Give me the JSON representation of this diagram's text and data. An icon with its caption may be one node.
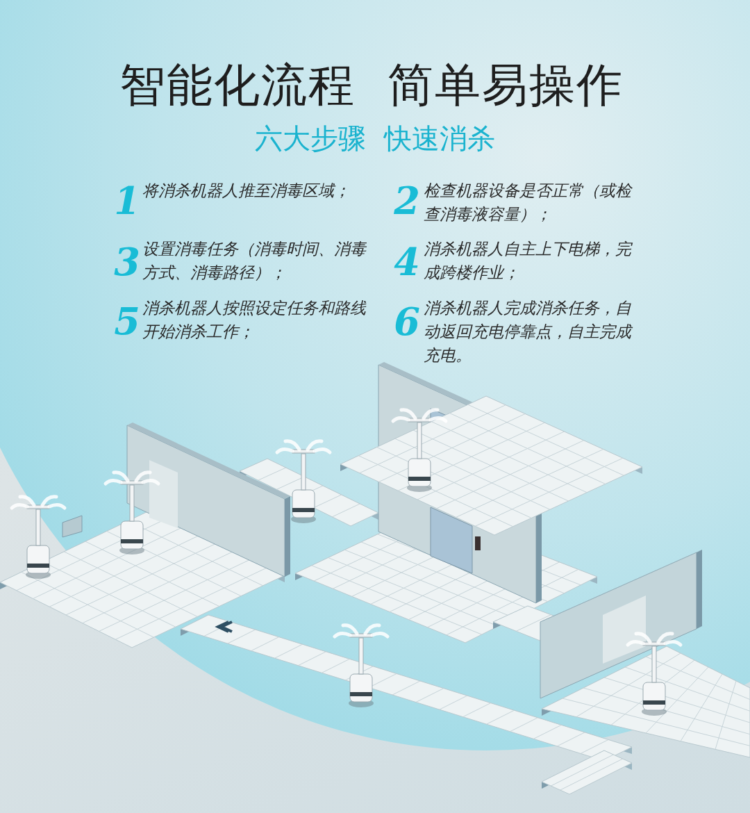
{
  "diagram": {
    "title": "智能化流程  简单易操作",
    "labels": [
      "六大步骤  快速消杀",
      "1",
      "将消杀机器人推至消毒区域；",
      "2",
      "检查机器设备是否正常（或检查消毒液容量）；",
      "3",
      "设置消毒任务（消毒时间、消毒方式、消毒路径）；",
      "4",
      "消杀机器人自主上下电梯，完成跨楼作业；",
      "5",
      "消杀机器人按照设定任务和路线开始消杀工作；",
      "6",
      "消杀机器人完成消杀任务，自动返回充电停靠点，自主完成充电。"
    ]
  }
}
